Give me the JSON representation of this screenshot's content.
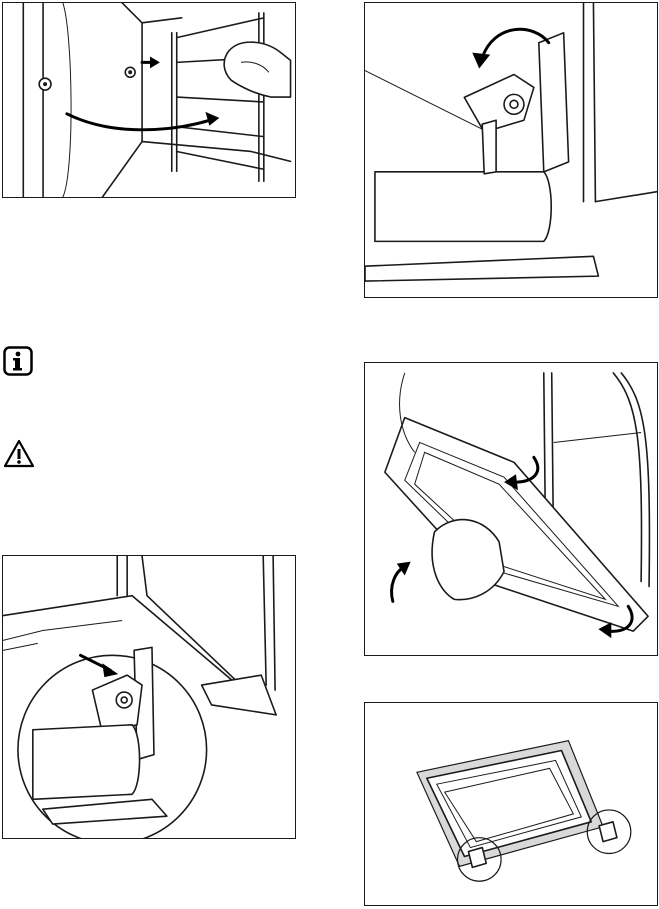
{
  "figures": [
    {
      "id": "fig-remove-shelf-supports",
      "icon": "shelf-support-removal-illustration"
    },
    {
      "id": "fig-hinge-lever-lift",
      "icon": "hinge-lever-illustration"
    },
    {
      "id": "fig-hinge-lever-open-door",
      "icon": "door-hinge-illustration"
    },
    {
      "id": "fig-door-removal",
      "icon": "door-lift-illustration"
    },
    {
      "id": "fig-door-glass-clips",
      "icon": "door-glass-clips-illustration"
    }
  ],
  "notices": [
    {
      "type": "information",
      "icon": "info-icon"
    },
    {
      "type": "warning",
      "icon": "warning-icon"
    }
  ]
}
